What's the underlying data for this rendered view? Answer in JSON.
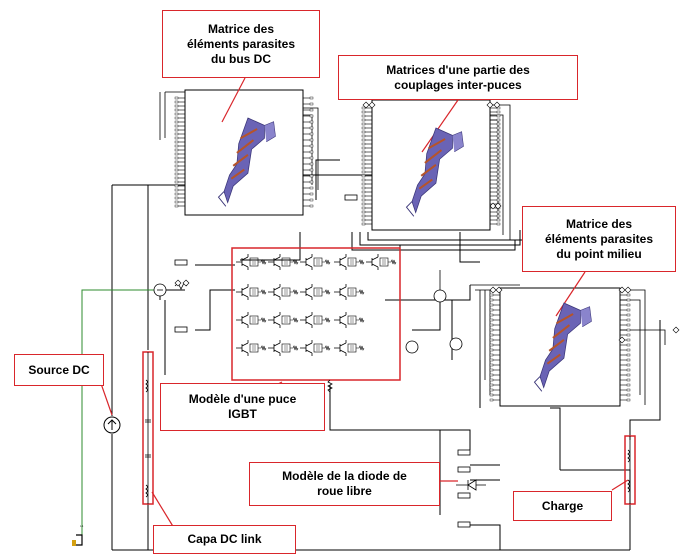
{
  "callouts": {
    "bus_dc_matrix": "Matrice des\néléments parasites\ndu bus DC",
    "inter_chip_matrix": "Matrices d'une partie des\ncouplages inter-puces",
    "midpoint_matrix": "Matrice des\néléments parasites\ndu point milieu",
    "source_dc": "Source DC",
    "igbt_model": "Modèle d'une puce\nIGBT",
    "diode_model": "Modèle de la diode de\nroue libre",
    "charge": "Charge",
    "capa_dc_link": "Capa DC link"
  },
  "colors": {
    "callout_border": "#d9262b",
    "wire": "#000000",
    "source_wire": "#2e8b2e",
    "model_body": "#6a63b5",
    "model_trace": "#b6542a"
  }
}
